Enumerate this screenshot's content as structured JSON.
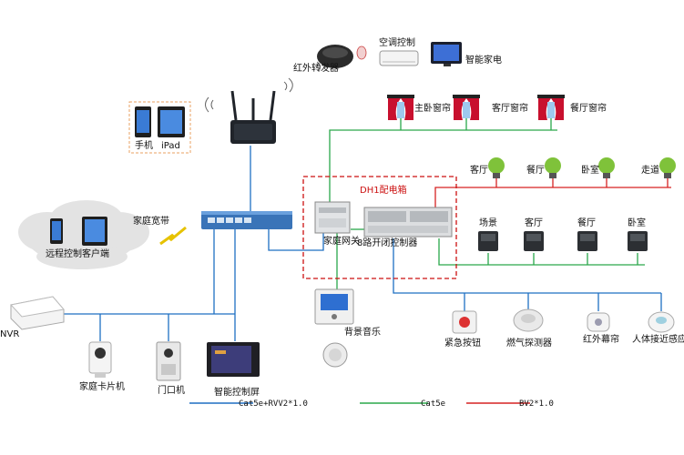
{
  "labels": {
    "ir_transmitter": "红外转发器",
    "ac_control": "空调控制",
    "smart_appliance": "智能家电",
    "phone": "手机",
    "ipad": "iPad",
    "home_broadband": "家庭宽带",
    "remote_client": "远程控制客户端",
    "nvr": "NVR",
    "home_camera": "家庭卡片机",
    "door_unit": "门口机",
    "smart_screen": "智能控制屏",
    "curtain_master": "主卧窗帘",
    "curtain_living": "客厅窗帘",
    "curtain_dining": "餐厅窗帘",
    "light_living": "客厅",
    "light_dining": "餐厅",
    "light_bedroom": "卧室",
    "light_corridor": "走道",
    "box_title": "DH1配电箱",
    "home_gateway": "家庭网关",
    "switch_controller": "8路开闭控制器",
    "panel_scene": "场景",
    "panel_living": "客厅",
    "panel_dining": "餐厅",
    "panel_bedroom": "卧室",
    "bg_music": "背景音乐",
    "emergency_button": "紧急按钮",
    "gas_detector": "燃气探测器",
    "ir_curtain": "红外幕帘",
    "proximity_sensor": "人体接近感应"
  },
  "legend": {
    "items": [
      {
        "label": "Cat5e+RVV2*1.0",
        "color": "#1e6fc2"
      },
      {
        "label": "Cat5e",
        "color": "#2aa84a"
      },
      {
        "label": "BV2*1.0",
        "color": "#d62222"
      }
    ]
  },
  "colors": {
    "blue": "#1e6fc2",
    "green": "#2aa84a",
    "red": "#d62222",
    "box_border": "#cc1111"
  }
}
